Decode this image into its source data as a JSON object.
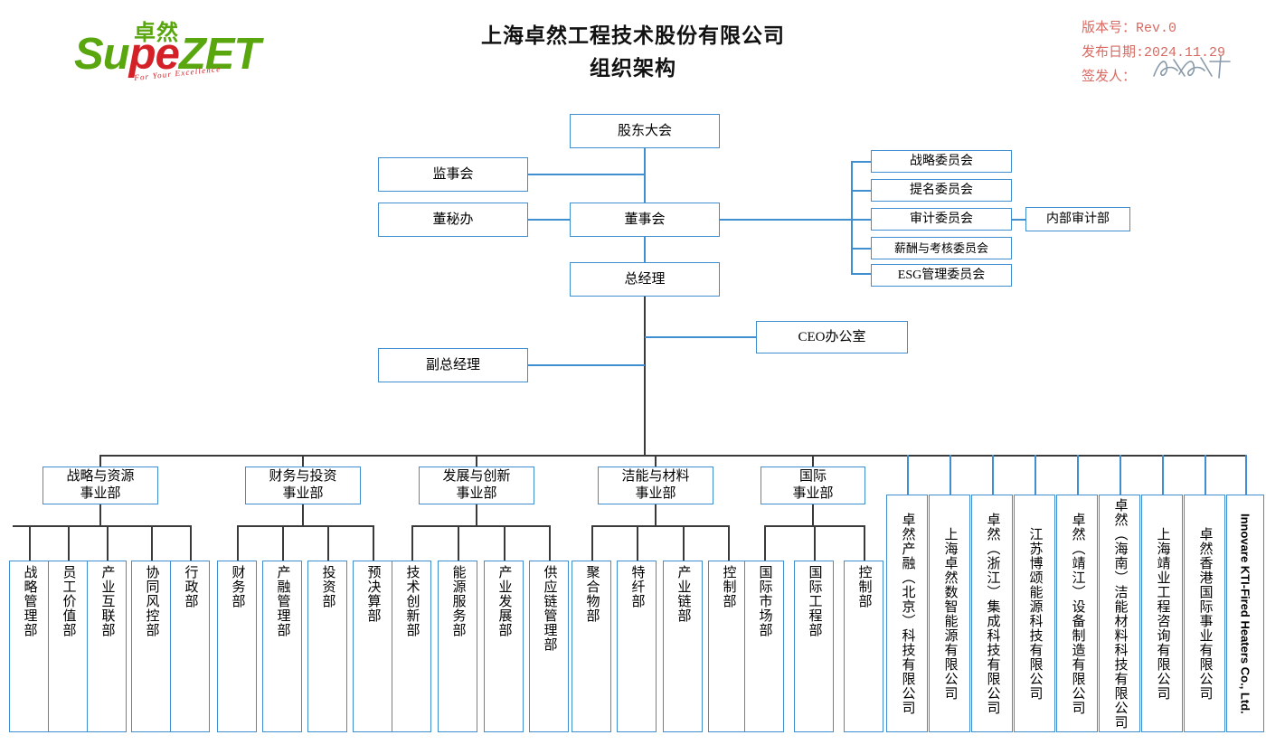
{
  "header": {
    "logo": {
      "cn": "卓然",
      "supe": "Supe",
      "zet": "ZET",
      "tagline": "For Your Excellence"
    },
    "title_line1": "上海卓然工程技术股份有限公司",
    "title_line2": "组织架构",
    "meta": {
      "version_label": "版本号：",
      "version_value": "Rev.0",
      "date_label": "发布日期:",
      "date_value": "2024.11.29",
      "issuer_label": "签发人：",
      "issuer_signature": "signature-handwriting"
    },
    "meta_color": "#d86a62"
  },
  "colors": {
    "box_border": "#3f8ed0",
    "connector": "#3a3a3a",
    "logo_green": "#5aa60e",
    "logo_red": "#d42027"
  },
  "governance": {
    "shareholders_meeting": "股东大会",
    "supervisory_board": "监事会",
    "board_secretary_office": "董秘办",
    "board_of_directors": "董事会",
    "general_manager": "总经理",
    "deputy_general_manager": "副总经理",
    "ceo_office": "CEO办公室",
    "committees": [
      "战略委员会",
      "提名委员会",
      "审计委员会",
      "薪酬与考核委员会",
      "ESG管理委员会"
    ],
    "internal_audit": "内部审计部"
  },
  "divisions": [
    {
      "name_line1": "战略与资源",
      "name_line2": "事业部",
      "departments": [
        "战略管理部",
        "员工价值部",
        "产业互联部",
        "协同风控部",
        "行政部"
      ]
    },
    {
      "name_line1": "财务与投资",
      "name_line2": "事业部",
      "departments": [
        "财务部",
        "产融管理部",
        "投资部",
        "预决算部"
      ]
    },
    {
      "name_line1": "发展与创新",
      "name_line2": "事业部",
      "departments": [
        "技术创新部",
        "能源服务部",
        "产业发展部",
        "供应链管理部"
      ]
    },
    {
      "name_line1": "洁能与材料",
      "name_line2": "事业部",
      "departments": [
        "聚合物部",
        "特纤部",
        "产业链部",
        "控制部"
      ]
    },
    {
      "name_line1": "国际",
      "name_line2": "事业部",
      "departments": [
        "国际市场部",
        "国际工程部",
        "控制部"
      ]
    }
  ],
  "subsidiaries": [
    "卓然产融（北京）科技有限公司",
    "上海卓然数智能源有限公司",
    "卓然（浙江）集成科技有限公司",
    "江苏博颂能源科技有限公司",
    "卓然（靖江）设备制造有限公司",
    "卓然（海南）洁能材料科技有限公司",
    "上海靖业工程咨询有限公司",
    "卓然香港国际事业有限公司",
    "Innovare KTI-Fired Heaters Co., Ltd."
  ]
}
